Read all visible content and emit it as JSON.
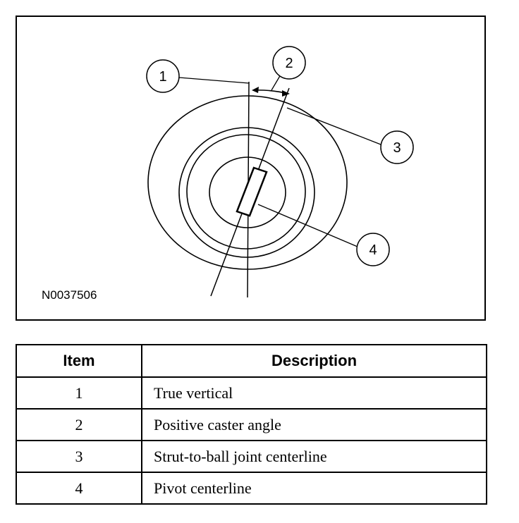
{
  "figure": {
    "code": "N0037506",
    "callouts": [
      "1",
      "2",
      "3",
      "4"
    ]
  },
  "table": {
    "headers": [
      "Item",
      "Description"
    ],
    "rows": [
      {
        "item": "1",
        "description": "True vertical"
      },
      {
        "item": "2",
        "description": "Positive caster angle"
      },
      {
        "item": "3",
        "description": "Strut-to-ball joint centerline"
      },
      {
        "item": "4",
        "description": "Pivot centerline"
      }
    ]
  }
}
